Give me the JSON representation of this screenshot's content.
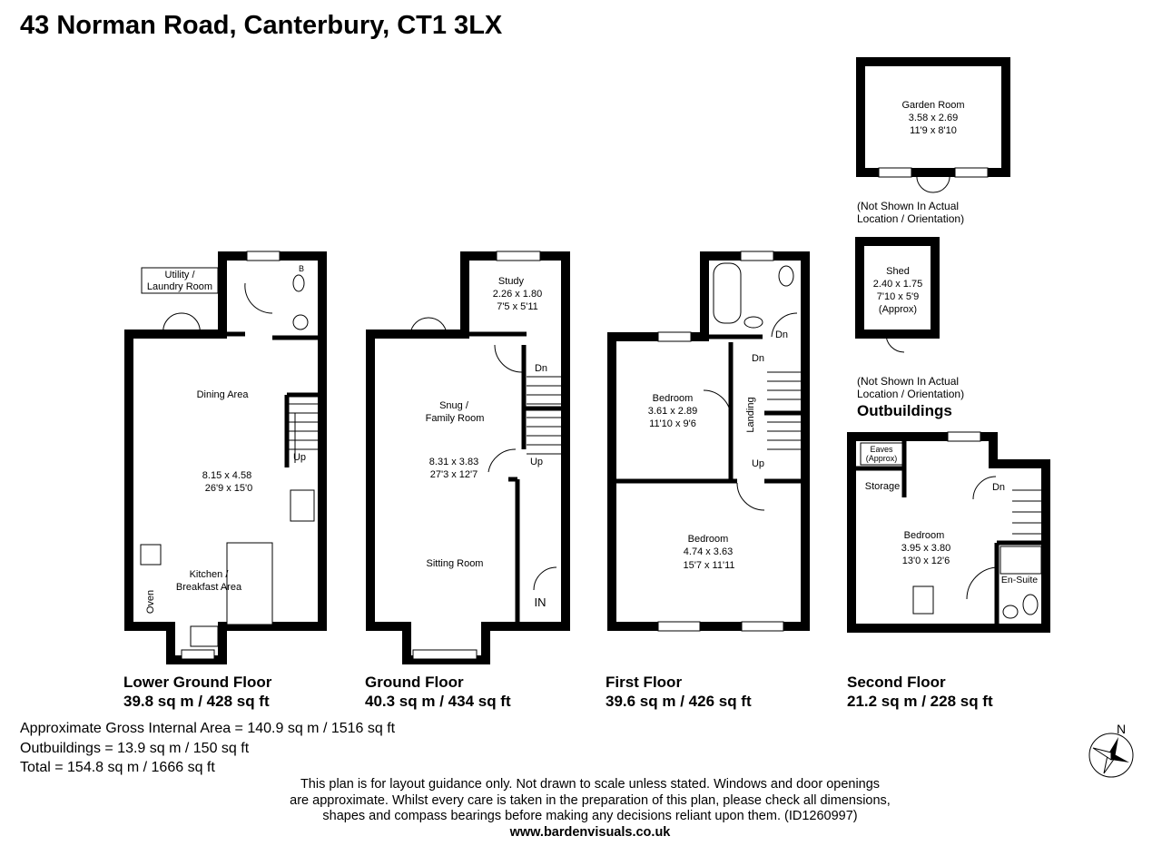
{
  "title": "43 Norman Road, Canterbury, CT1 3LX",
  "floors": [
    {
      "name": "Lower Ground Floor",
      "area": "39.8 sq m / 428 sq ft"
    },
    {
      "name": "Ground Floor",
      "area": "40.3 sq m / 434 sq ft"
    },
    {
      "name": "First Floor",
      "area": "39.6 sq m / 426 sq ft"
    },
    {
      "name": "Second Floor",
      "area": "21.2 sq m / 228 sq ft"
    }
  ],
  "rooms": {
    "utility": [
      "Utility /",
      "Laundry Room"
    ],
    "dining": "Dining Area",
    "lg_dims": [
      "8.15 x 4.58",
      "26'9 x 15'0"
    ],
    "kitchen": [
      "Kitchen /",
      "Breakfast Area"
    ],
    "oven": "Oven",
    "boiler": "B",
    "study": [
      "Study",
      "2.26 x 1.80",
      "7'5 x 5'11"
    ],
    "snug": [
      "Snug /",
      "Family Room"
    ],
    "g_dims": [
      "8.31 x 3.83",
      "27'3 x 12'7"
    ],
    "sitting": "Sitting Room",
    "entrance": "IN",
    "bed1": [
      "Bedroom",
      "3.61 x 2.89",
      "11'10 x 9'6"
    ],
    "landing": "Landing",
    "bed2": [
      "Bedroom",
      "4.74 x 3.63",
      "15'7 x 11'11"
    ],
    "eaves": [
      "Eaves",
      "(Approx)"
    ],
    "storage": "Storage",
    "bed3": [
      "Bedroom",
      "3.95 x 3.80",
      "13'0 x 12'6"
    ],
    "ensuite": "En-Suite",
    "garden_room": [
      "Garden Room",
      "3.58 x 2.69",
      "11'9 x 8'10"
    ],
    "shed": [
      "Shed",
      "2.40 x 1.75",
      "7'10 x 5'9",
      "(Approx)"
    ]
  },
  "stair_labels": {
    "up": "Up",
    "down": "Dn"
  },
  "outbuildings": {
    "heading": "Outbuildings",
    "note_line1": "(Not Shown In Actual",
    "note_line2": "Location / Orientation)"
  },
  "totals": [
    "Approximate Gross Internal Area = 140.9 sq m / 1516 sq ft",
    "Outbuildings = 13.9 sq m / 150 sq ft",
    "Total = 154.8 sq m / 1666 sq ft"
  ],
  "disclaimer": [
    "This plan is for layout guidance only. Not drawn to scale unless stated. Windows and door openings",
    "are approximate. Whilst every care is taken in the preparation of this plan, please check all dimensions,",
    "shapes and compass bearings before making any decisions reliant upon them. (ID1260997)"
  ],
  "website": "www.bardenvisuals.co.uk",
  "compass_label": "N"
}
